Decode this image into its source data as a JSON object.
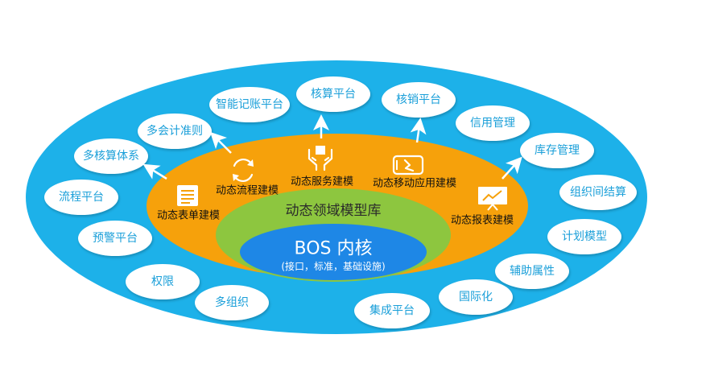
{
  "diagram": {
    "colors": {
      "outer": "#1db1e9",
      "item_fill": "#ffffff",
      "item_text": "#1a9fd9",
      "modeling": "#f6a10b",
      "domain": "#8dc63f",
      "kernel": "#1e87e6"
    },
    "outer_items": [
      {
        "label": "智能记账平台"
      },
      {
        "label": "核算平台"
      },
      {
        "label": "核销平台"
      },
      {
        "label": "信用管理"
      },
      {
        "label": "库存管理"
      },
      {
        "label": "组织间结算"
      },
      {
        "label": "计划模型"
      },
      {
        "label": "辅助属性"
      },
      {
        "label": "国际化"
      },
      {
        "label": "集成平台"
      },
      {
        "label": "多组织"
      },
      {
        "label": "权限"
      },
      {
        "label": "预警平台"
      },
      {
        "label": "流程平台"
      },
      {
        "label": "多核算体系"
      },
      {
        "label": "多会计准则"
      }
    ],
    "modeling_items": [
      {
        "label": "动态表单建模",
        "icon": "form-icon"
      },
      {
        "label": "动态流程建模",
        "icon": "flow-cycle-icon"
      },
      {
        "label": "动态服务建模",
        "icon": "service-hands-icon"
      },
      {
        "label": "动态移动应用建模",
        "icon": "mobile-phone-icon"
      },
      {
        "label": "动态报表建模",
        "icon": "report-board-icon"
      }
    ],
    "domain_library": "动态领域模型库",
    "kernel": {
      "title": "BOS 内核",
      "subtitle": "(接口，标准，基础设施)"
    }
  }
}
